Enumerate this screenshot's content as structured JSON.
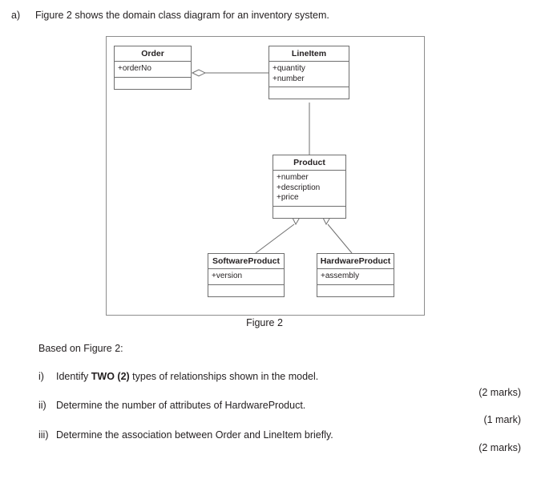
{
  "question": {
    "marker": "a)",
    "text": "Figure 2 shows the domain class diagram for an inventory system."
  },
  "figure": {
    "caption": "Figure 2",
    "classes": [
      {
        "id": "order",
        "name": "Order",
        "attributes": [
          "+orderNo"
        ],
        "operations": []
      },
      {
        "id": "lineitem",
        "name": "LineItem",
        "attributes": [
          "+quantity",
          "+number"
        ],
        "operations": []
      },
      {
        "id": "product",
        "name": "Product",
        "attributes": [
          "+number",
          "+description",
          "+price"
        ],
        "operations": []
      },
      {
        "id": "softwareproduct",
        "name": "SoftwareProduct",
        "attributes": [
          "+version"
        ],
        "operations": []
      },
      {
        "id": "hardwareproduct",
        "name": "HardwareProduct",
        "attributes": [
          "+assembly"
        ],
        "operations": []
      }
    ],
    "relationships": [
      {
        "type": "aggregation",
        "from": "Order",
        "to": "LineItem"
      },
      {
        "type": "association",
        "from": "LineItem",
        "to": "Product"
      },
      {
        "type": "generalization",
        "from": "SoftwareProduct",
        "to": "Product"
      },
      {
        "type": "generalization",
        "from": "HardwareProduct",
        "to": "Product"
      }
    ]
  },
  "prompt": "Based on Figure 2:",
  "subquestions": [
    {
      "marker": "i)",
      "text_before": "Identify ",
      "bold": "TWO (2)",
      "text_after": " types of relationships shown in the model.",
      "marks": "(2 marks)"
    },
    {
      "marker": "ii)",
      "text_before": "Determine the number of attributes of HardwareProduct.",
      "bold": "",
      "text_after": "",
      "marks": "(1 mark)"
    },
    {
      "marker": "iii)",
      "text_before": "Determine the association between Order and LineItem briefly.",
      "bold": "",
      "text_after": "",
      "marks": "(2 marks)"
    }
  ]
}
